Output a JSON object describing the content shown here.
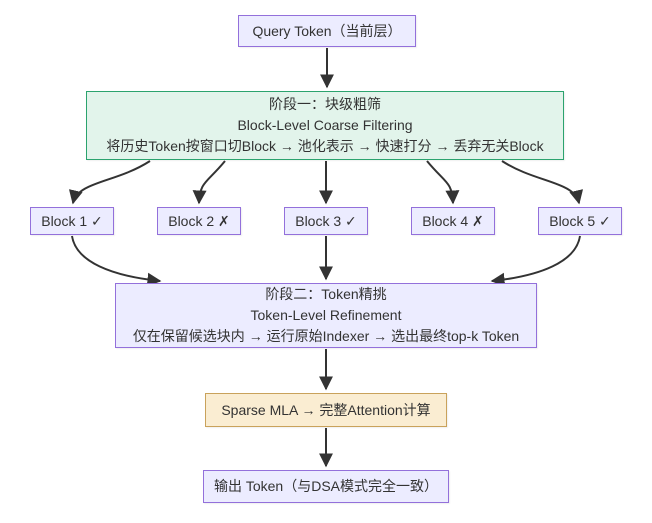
{
  "colors": {
    "background": "#ffffff",
    "text": "#333333",
    "edge": "#333333",
    "lavender_fill": "#ECECFF",
    "lavender_border": "#9370DB",
    "green_fill": "#E2F4EB",
    "green_border": "#2BA36E",
    "orange_fill": "#FAEDD2",
    "orange_border": "#C9A25B"
  },
  "nodes": {
    "query": {
      "label": "Query Token（当前层）"
    },
    "stage1": {
      "lines": [
        "阶段一：块级粗筛",
        "Block-Level Coarse Filtering",
        "将历史Token按窗口切Block → 池化表示 → 快速打分 → 丢弃无关Block"
      ]
    },
    "blocks": [
      {
        "label": "Block 1 ✓"
      },
      {
        "label": "Block 2 ✗"
      },
      {
        "label": "Block 3 ✓"
      },
      {
        "label": "Block 4 ✗"
      },
      {
        "label": "Block 5 ✓"
      }
    ],
    "stage2": {
      "lines": [
        "阶段二：Token精挑",
        "Token-Level Refinement",
        "仅在保留候选块内 → 运行原始Indexer → 选出最终top-k Token"
      ]
    },
    "mla": {
      "label": "Sparse MLA → 完整Attention计算"
    },
    "output": {
      "label": "输出 Token（与DSA模式完全一致）"
    }
  }
}
